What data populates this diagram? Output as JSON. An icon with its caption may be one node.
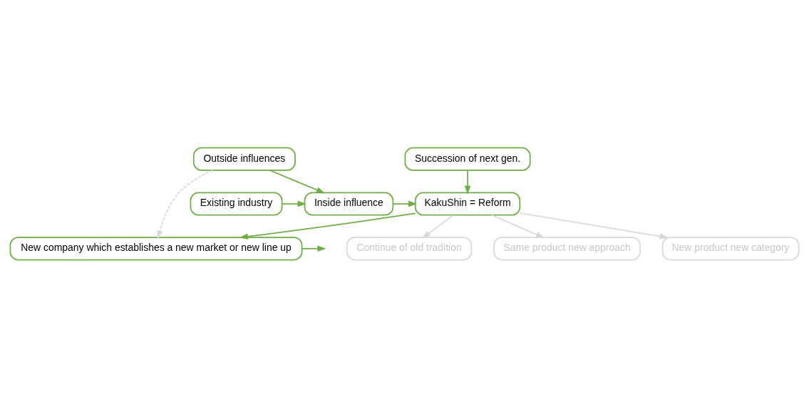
{
  "diagram": {
    "nodes": [
      {
        "text": [
          "Outside influences"
        ]
      },
      {
        "text": [
          "Succession of next gen."
        ]
      },
      {
        "text": [
          "Continue of old tradition"
        ]
      },
      {
        "text": [
          "Existing industry"
        ]
      },
      {
        "text": [
          "Inside influence"
        ]
      },
      {
        "text": [
          "KakuShin = Reform"
        ]
      },
      {
        "text": [
          "Same product new approach"
        ]
      },
      {
        "text": [
          "New product new category"
        ]
      },
      {
        "text": [
          "New company which establishes a new market or new line up"
        ]
      }
    ],
    "edges": [
      {
        "from": 0,
        "to": 4,
        "arrow": "to"
      },
      {
        "from": 1,
        "to": 5,
        "arrow": "to"
      },
      {
        "from": 3,
        "to": 4,
        "arrow": "to"
      },
      {
        "from": 4,
        "to": 5,
        "arrow": "to"
      },
      {
        "from": 5,
        "to": 2,
        "arrow": "to",
        "color": "#d9d9d9"
      },
      {
        "from": 5,
        "to": 6,
        "arrow": "to",
        "color": "#d9d9d9"
      },
      {
        "from": 5,
        "to": 7,
        "arrow": "to",
        "color": "#d9d9d9"
      },
      {
        "from": 5,
        "to": 8,
        "arrow": "to"
      },
      {
        "from": 0,
        "to": 8,
        "arrow": "to",
        "style": "dashed",
        "color": "#d9d9d9"
      },
      {
        "from": 8,
        "to": null,
        "arrow": "to"
      }
    ]
  }
}
